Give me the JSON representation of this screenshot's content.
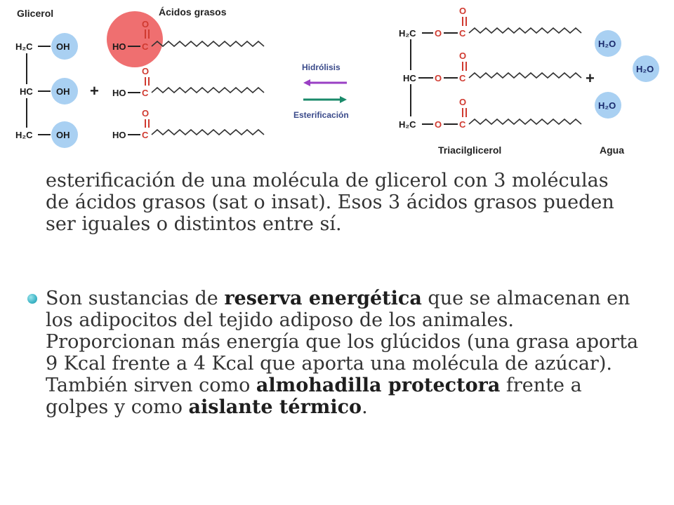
{
  "diagram": {
    "glycerol_label": "Glicerol",
    "fatty_acids_label": "Ácidos grasos",
    "triacylglycerol_label": "Triacilglicerol",
    "water_label": "Agua",
    "hydrolysis_label": "Hidrólisis",
    "esterification_label": "Esterificación",
    "plus": "+",
    "atoms": {
      "h2c": "H₂C",
      "hc": "HC",
      "oh": "OH",
      "ho": "HO",
      "o": "O",
      "c": "C",
      "h2o": "H₂O"
    },
    "colors": {
      "oxygen": "#d03a30",
      "water_circle": "#a9d0f2",
      "highlight": "#ef6f70",
      "hydrolysis_arrow": "#9a3fc4",
      "esterification_arrow": "#1a8a6a"
    }
  },
  "text": {
    "para1_lines": [
      "esterificación de una molécula de glicerol con 3 moléculas",
      "de ácidos grasos (sat o insat). Esos 3 ácidos grasos pueden",
      "ser iguales o distintos entre sí."
    ],
    "para2": {
      "t1": "Son sustancias de ",
      "b1": "reserva energética",
      "t2": " que se almacenan en los adipocitos del tejido adiposo de los animales. Proporcionan más energía que los glúcidos (una grasa aporta 9 Kcal frente a 4 Kcal que aporta una molécula de azúcar). También sirven como ",
      "b2": "almohadilla protectora",
      "t3": " frente a golpes y como ",
      "b3": "aislante térmico",
      "t4": "."
    }
  }
}
